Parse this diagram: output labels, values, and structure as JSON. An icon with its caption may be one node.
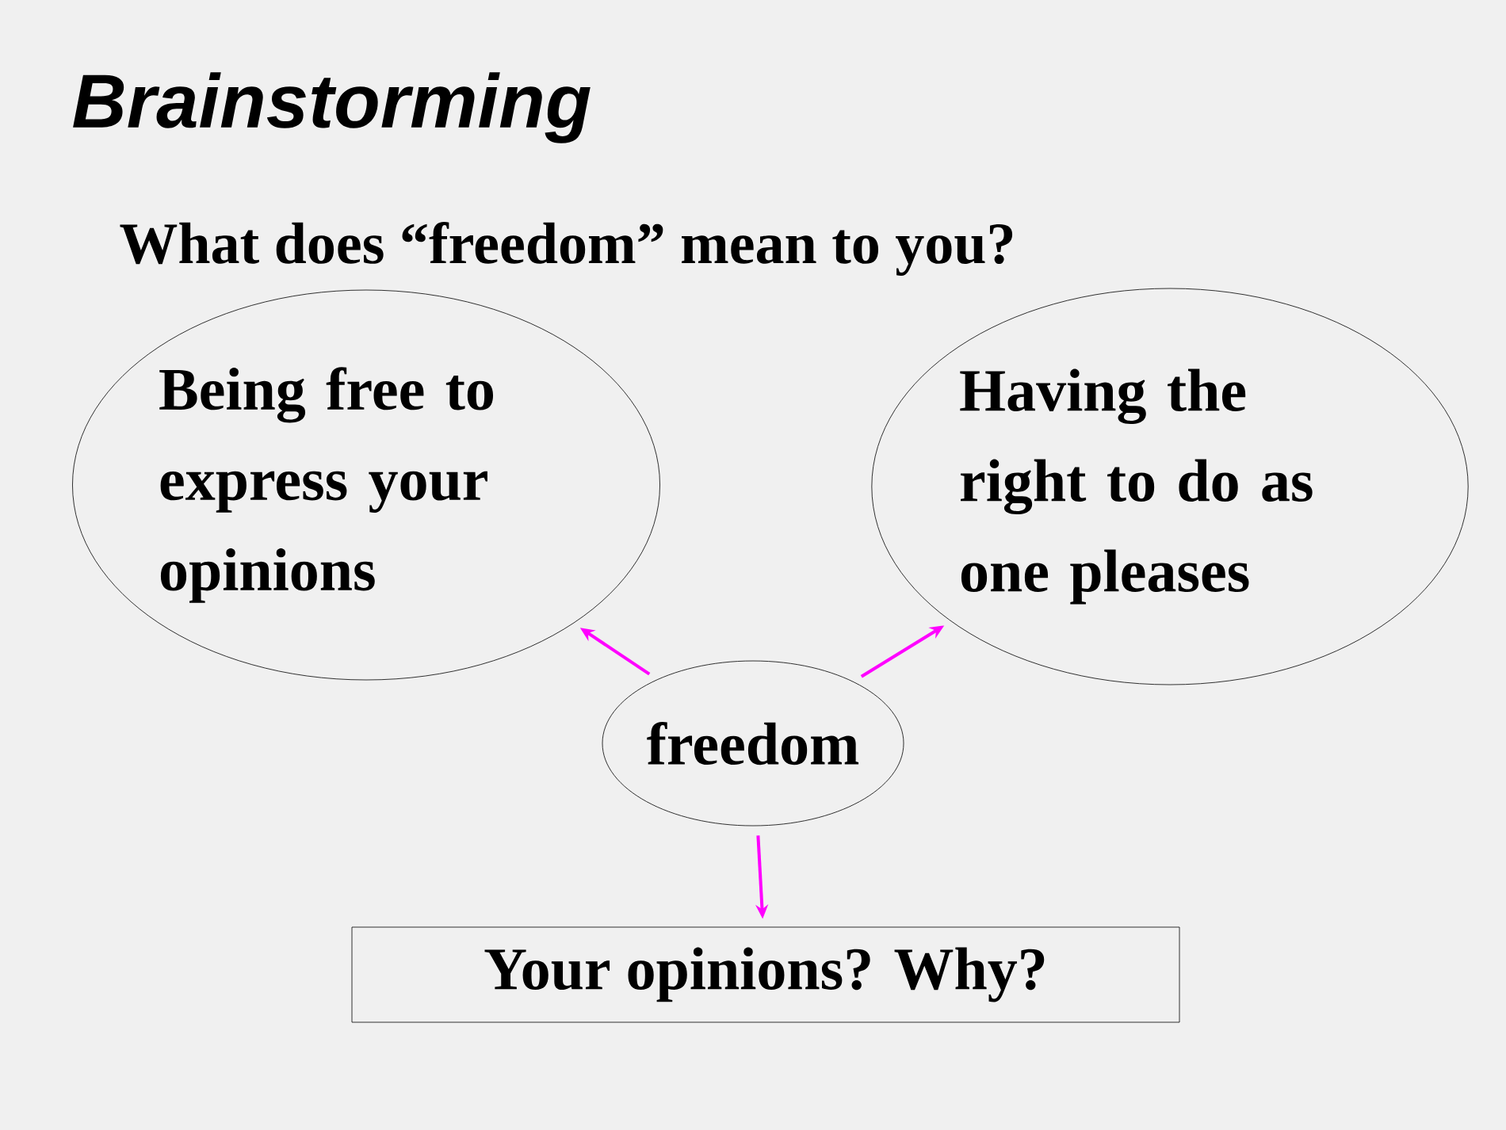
{
  "diagram": {
    "title": "Brainstorming",
    "nodes": [
      {
        "text": [
          "Being free to express your opinions"
        ]
      },
      {
        "text": [
          "Having the right to do as one pleases"
        ]
      },
      {
        "text": [
          "freedom"
        ]
      },
      {
        "text": [
          "Your opinions? Why?"
        ]
      }
    ],
    "edges": [
      {
        "from": 2,
        "to": 0,
        "arrow": "to"
      },
      {
        "from": 2,
        "to": 1,
        "arrow": "to"
      },
      {
        "from": 2,
        "to": 3,
        "arrow": "to"
      }
    ],
    "labels": [
      "What does “freedom” mean to you?"
    ]
  }
}
